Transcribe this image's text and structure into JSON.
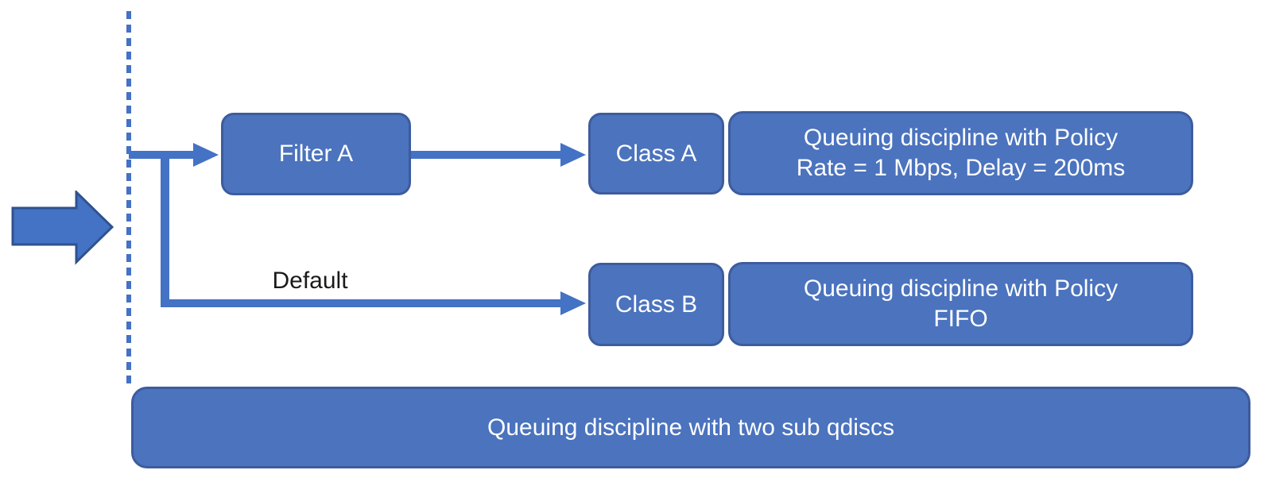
{
  "colors": {
    "background": "#ffffff",
    "node_fill": "#4B73BE",
    "node_border": "#3D5C9E",
    "arrow_fill": "#4472C4",
    "arrow_border": "#2F528F",
    "node_text": "#ffffff",
    "label_text": "#1a1a1a"
  },
  "diagram": {
    "nodes": {
      "filter_a": {
        "label": "Filter A"
      },
      "class_a": {
        "label": "Class A"
      },
      "policy_a": {
        "line1": "Queuing discipline with Policy",
        "line2": "Rate = 1 Mbps, Delay = 200ms"
      },
      "class_b": {
        "label": "Class B"
      },
      "policy_b": {
        "line1": "Queuing discipline with Policy",
        "line2": "FIFO"
      },
      "root_qdisc": {
        "label": "Queuing discipline with two sub qdiscs"
      }
    },
    "edge_labels": {
      "default": "Default"
    }
  }
}
